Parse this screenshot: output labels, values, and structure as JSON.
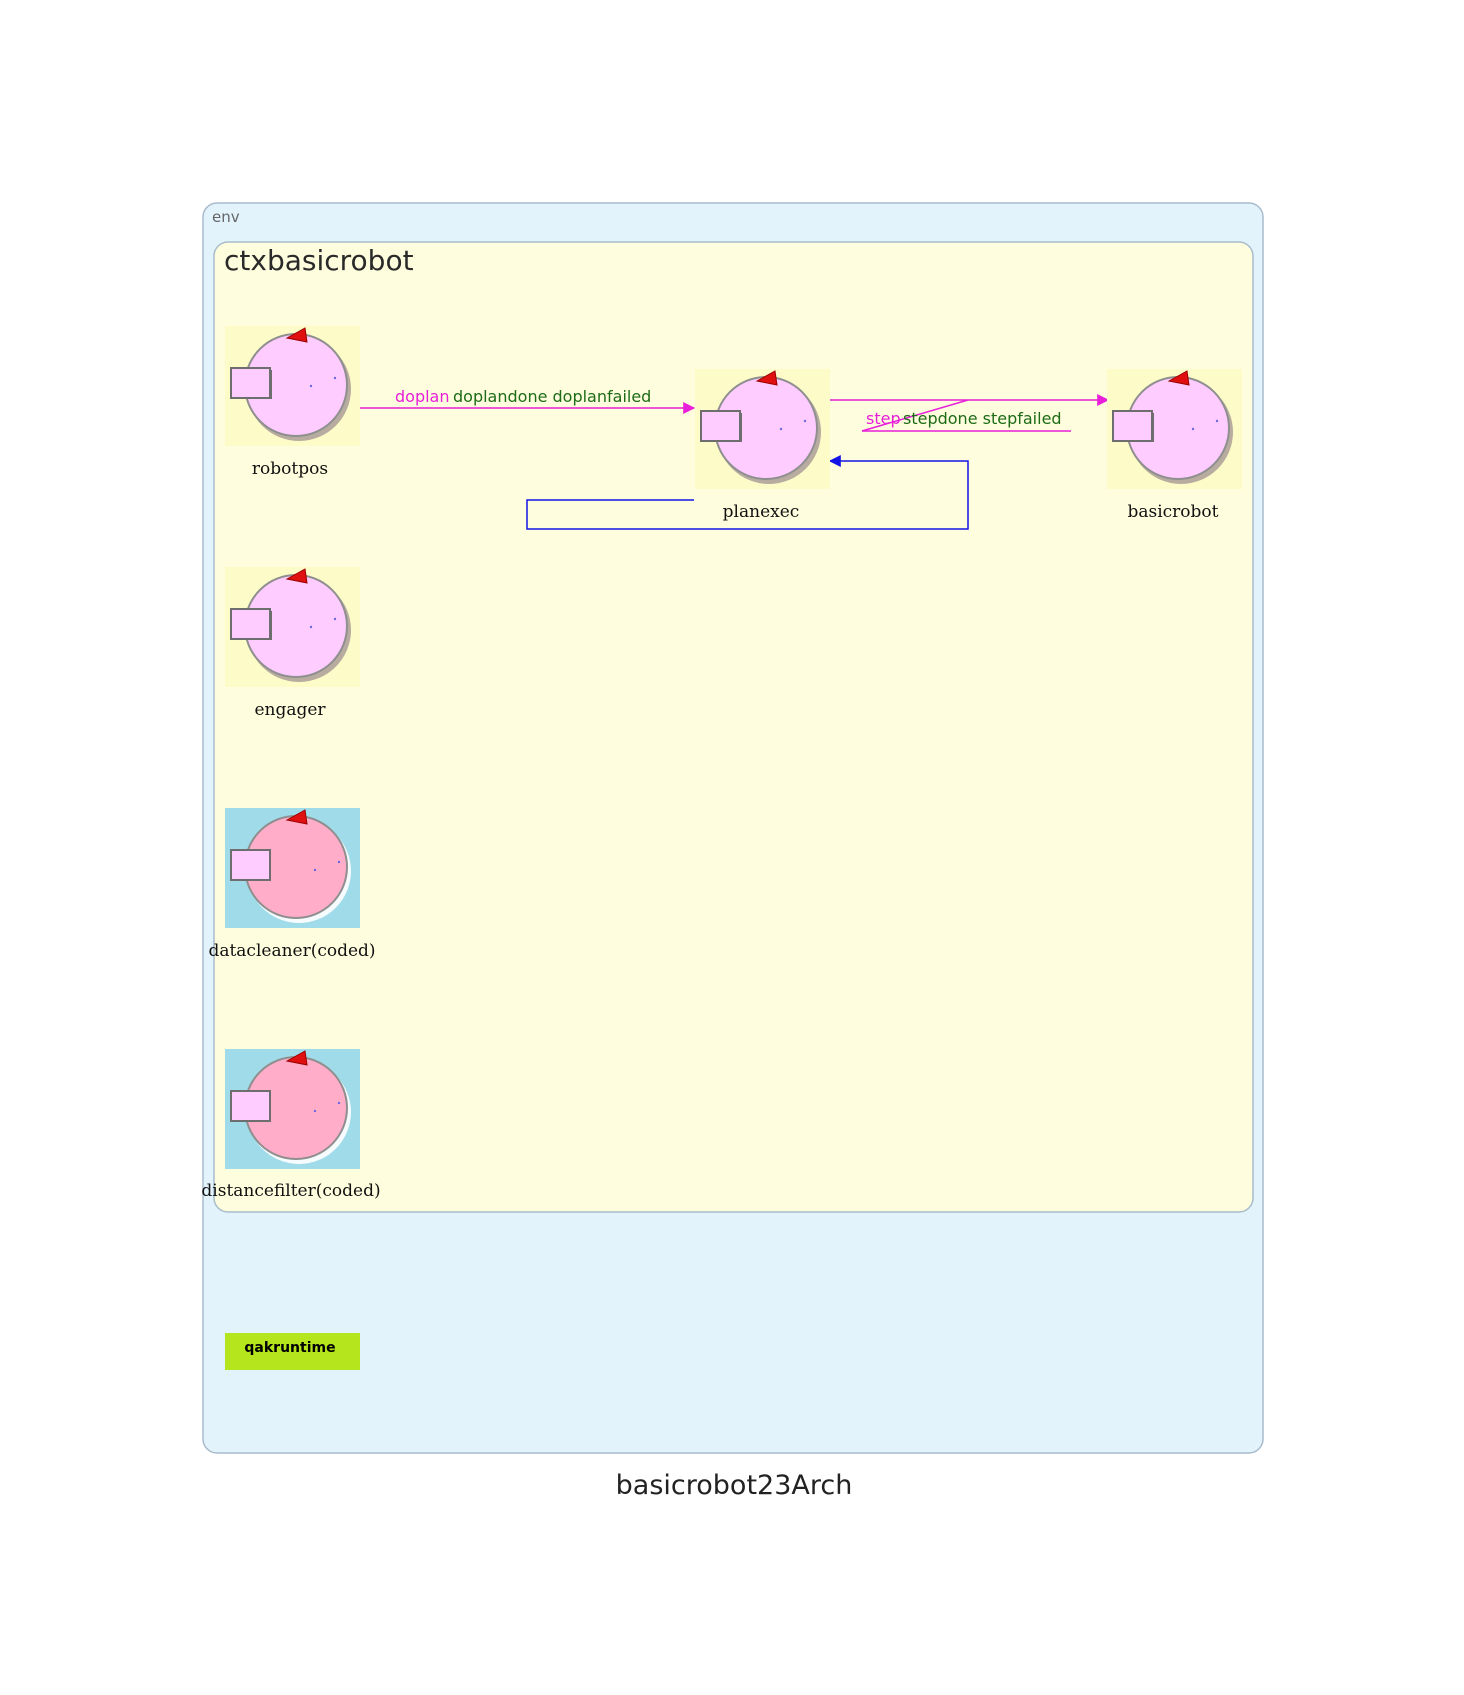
{
  "diagram": {
    "caption": "basicrobot23Arch",
    "environment": {
      "label": "env"
    },
    "context": {
      "label": "ctxbasicrobot"
    },
    "actors": [
      {
        "id": "robotpos",
        "label": "robotpos",
        "kind": "qak"
      },
      {
        "id": "planexec",
        "label": "planexec",
        "kind": "qak"
      },
      {
        "id": "basicrobot",
        "label": "basicrobot",
        "kind": "qak"
      },
      {
        "id": "engager",
        "label": "engager",
        "kind": "qak"
      },
      {
        "id": "datacleaner",
        "label": "datacleaner(coded)",
        "kind": "coded"
      },
      {
        "id": "distancefilter",
        "label": "distancefilter(coded)",
        "kind": "coded"
      }
    ],
    "links": [
      {
        "from": "robotpos",
        "to": "planexec",
        "request": "doplan",
        "replies": "doplandone doplanfailed"
      },
      {
        "from": "planexec",
        "to": "basicrobot",
        "request": "step",
        "replies": "stepdone stepfailed"
      },
      {
        "from": "planexec",
        "to": "planexec",
        "request": "",
        "replies": ""
      }
    ],
    "runtime": {
      "label": "qakruntime"
    },
    "colors": {
      "env_fill": "#e2f3fb",
      "context_fill": "#fefddd",
      "qak_actor_fill": "#ffccff",
      "coded_actor_fill": "#ffadc8",
      "coded_background": "#a0dbe9",
      "dispatch_color": "#e81fd9",
      "reply_color": "#1d6b17",
      "self_link_color": "#1414e6",
      "runtime_fill": "#b5e61d"
    },
    "icons": {
      "actor": "actor-robot-icon"
    }
  }
}
